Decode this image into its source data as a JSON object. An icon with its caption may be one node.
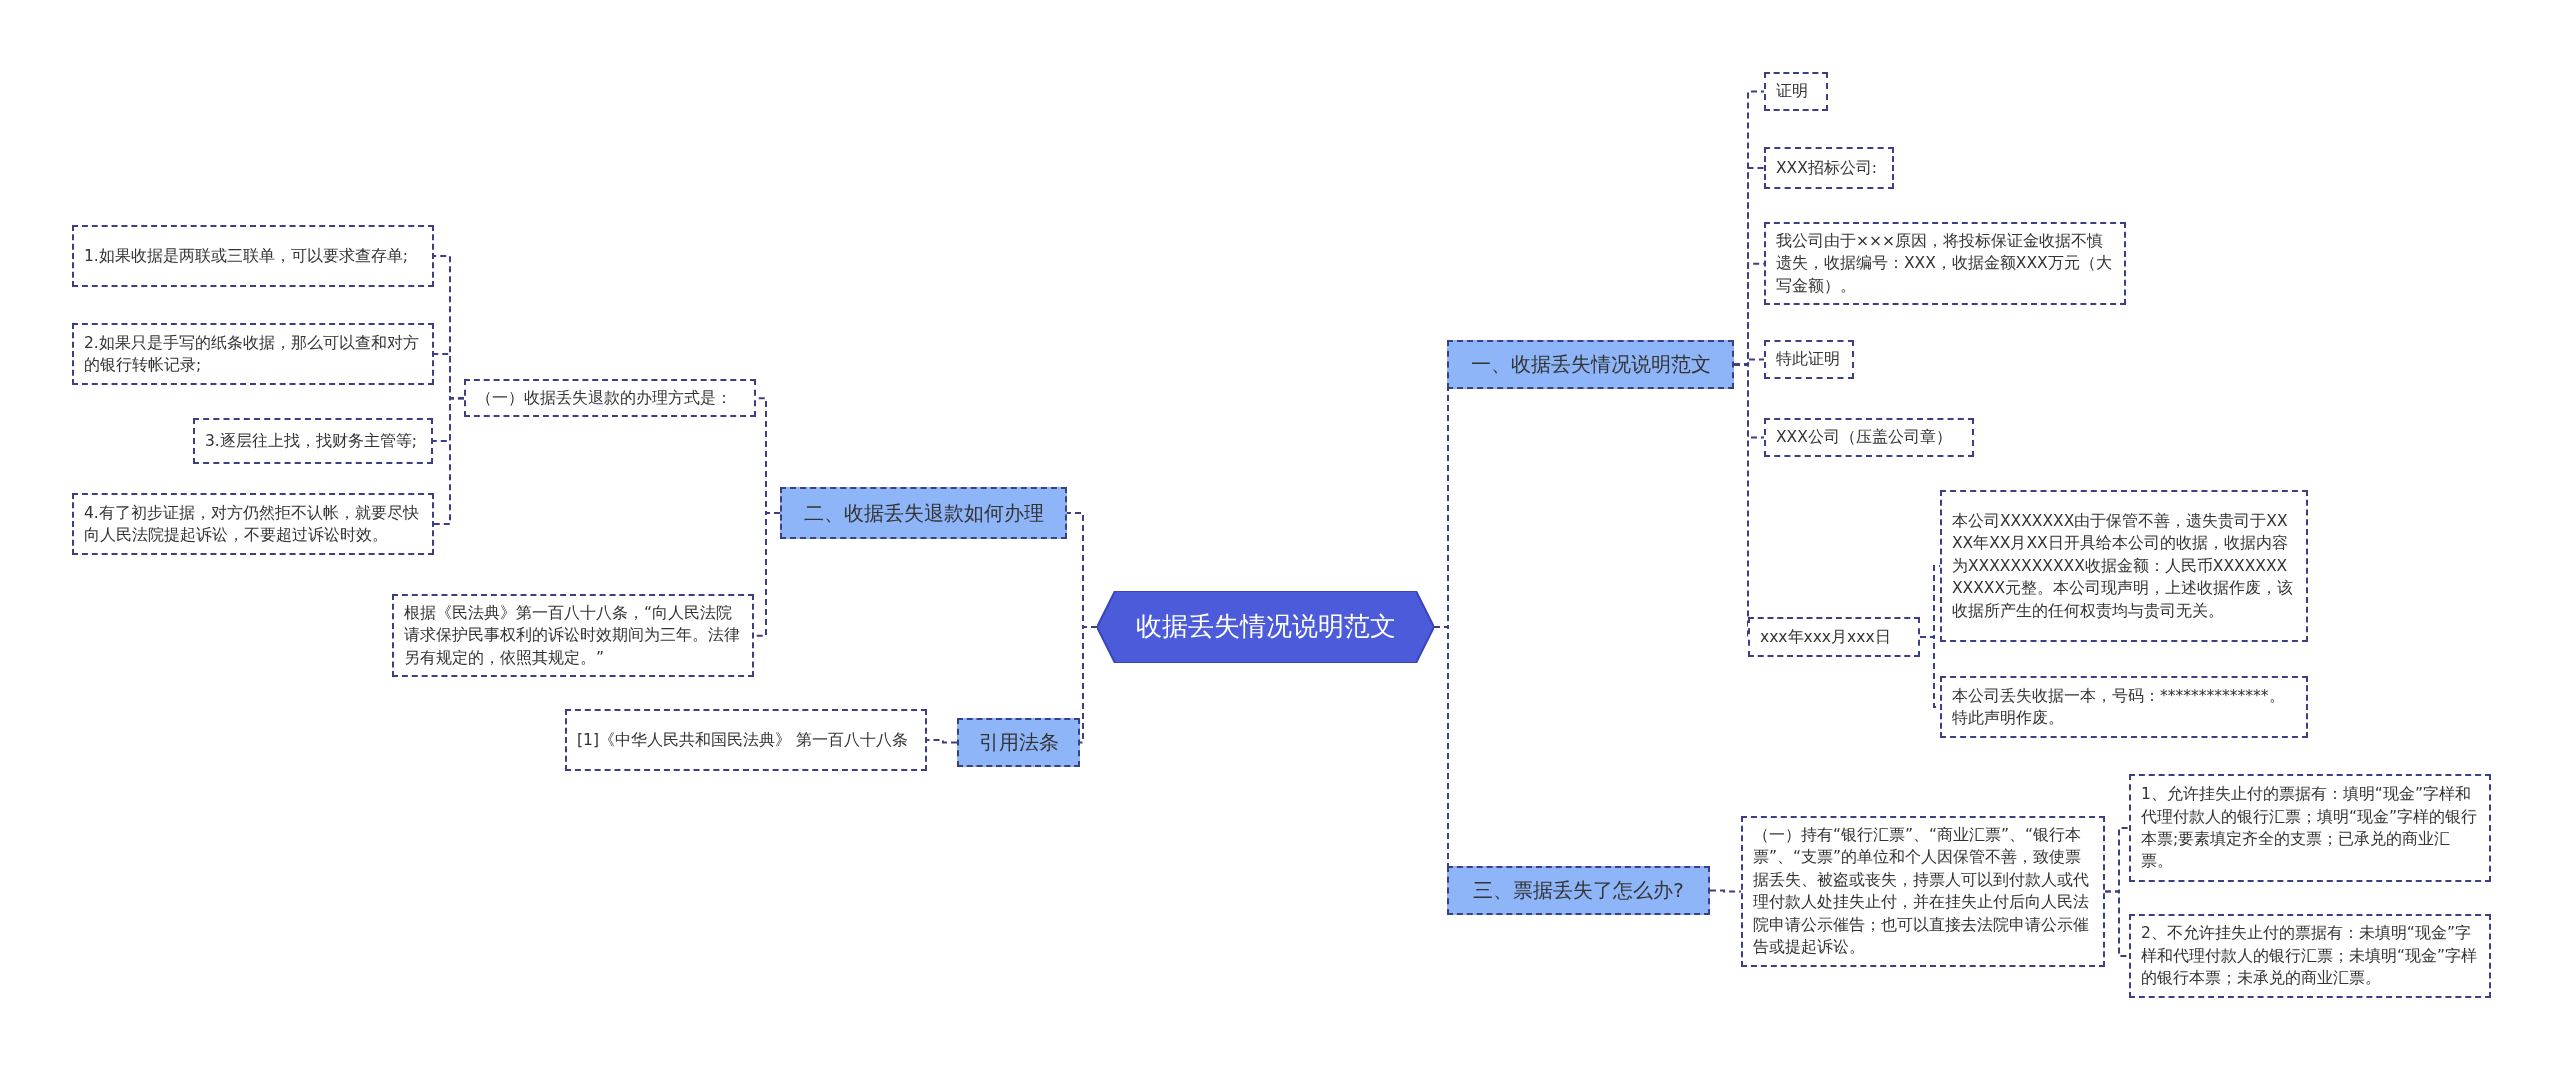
{
  "diagram": {
    "nodes": [
      {
        "text": [
          "收据丢失情况说明范文"
        ]
      },
      {
        "text": [
          "一、收据丢失情况说明范文"
        ]
      },
      {
        "text": [
          "证明"
        ]
      },
      {
        "text": [
          "XXX招标公司:"
        ]
      },
      {
        "text": [
          "我公司由于×××原因，将投标保证金收据不慎遗失，收据编号：XXX，收据金额XXX万元（大写金额）。"
        ]
      },
      {
        "text": [
          "特此证明"
        ]
      },
      {
        "text": [
          "XXX公司（压盖公司章）"
        ]
      },
      {
        "text": [
          "xxx年xxx月xxx日"
        ]
      },
      {
        "text": [
          "本公司XXXXXXX由于保管不善，遗失贵司于XXXX年XX月XX日开具给本公司的收据，收据内容为XXXXXXXXXXX收据金额：人民币XXXXXXXXXXXX元整。本公司现声明，上述收据作废，该收据所产生的任何权责均与贵司无关。"
        ]
      },
      {
        "text": [
          "本公司丢失收据一本，号码：**************。特此声明作废。"
        ]
      },
      {
        "text": [
          "三、票据丢失了怎么办?"
        ]
      },
      {
        "text": [
          "（一）持有“银行汇票”、“商业汇票”、“银行本票”、“支票”的单位和个人因保管不善，致使票据丢失、被盗或丧失，持票人可以到付款人或代理付款人处挂失止付，并在挂失止付后向人民法院申请公示催告；也可以直接去法院申请公示催告或提起诉讼。"
        ]
      },
      {
        "text": [
          "1、允许挂失止付的票据有：填明“现金”字样和代理付款人的银行汇票；填明“现金”字样的银行本票;要素填定齐全的支票；已承兑的商业汇票。"
        ]
      },
      {
        "text": [
          "2、不允许挂失止付的票据有：未填明“现金”字样和代理付款人的银行汇票；未填明“现金”字样的银行本票；未承兑的商业汇票。"
        ]
      },
      {
        "text": [
          "二、收据丢失退款如何办理"
        ]
      },
      {
        "text": [
          "（一）收据丢失退款的办理方式是："
        ]
      },
      {
        "text": [
          "1.如果收据是两联或三联单，可以要求查存单;"
        ]
      },
      {
        "text": [
          "2.如果只是手写的纸条收据，那么可以查和对方的银行转帐记录;"
        ]
      },
      {
        "text": [
          "3.逐层往上找，找财务主管等;"
        ]
      },
      {
        "text": [
          "4.有了初步证据，对方仍然拒不认帐，就要尽快向人民法院提起诉讼，不要超过诉讼时效。"
        ]
      },
      {
        "text": [
          "根据《民法典》第一百八十八条，“向人民法院请求保护民事权利的诉讼时效期间为三年。法律另有规定的，依照其规定。”"
        ]
      },
      {
        "text": [
          "引用法条"
        ]
      },
      {
        "text": [
          "[1]《中华人民共和国民法典》 第一百八十八条"
        ]
      }
    ],
    "edges": [
      {
        "from": 0,
        "to": 1,
        "arrow": "none",
        "style": "dashed"
      },
      {
        "from": 1,
        "to": 2,
        "arrow": "none",
        "style": "dashed"
      },
      {
        "from": 1,
        "to": 3,
        "arrow": "none",
        "style": "dashed"
      },
      {
        "from": 1,
        "to": 4,
        "arrow": "none",
        "style": "dashed"
      },
      {
        "from": 1,
        "to": 5,
        "arrow": "none",
        "style": "dashed"
      },
      {
        "from": 1,
        "to": 6,
        "arrow": "none",
        "style": "dashed"
      },
      {
        "from": 1,
        "to": 7,
        "arrow": "none",
        "style": "dashed"
      },
      {
        "from": 7,
        "to": 8,
        "arrow": "none",
        "style": "dashed"
      },
      {
        "from": 7,
        "to": 9,
        "arrow": "none",
        "style": "dashed"
      },
      {
        "from": 0,
        "to": 10,
        "arrow": "none",
        "style": "dashed"
      },
      {
        "from": 10,
        "to": 11,
        "arrow": "none",
        "style": "dashed"
      },
      {
        "from": 11,
        "to": 12,
        "arrow": "none",
        "style": "dashed"
      },
      {
        "from": 11,
        "to": 13,
        "arrow": "none",
        "style": "dashed"
      },
      {
        "from": 0,
        "to": 14,
        "arrow": "none",
        "style": "dashed"
      },
      {
        "from": 14,
        "to": 15,
        "arrow": "none",
        "style": "dashed"
      },
      {
        "from": 15,
        "to": 16,
        "arrow": "none",
        "style": "dashed"
      },
      {
        "from": 15,
        "to": 17,
        "arrow": "none",
        "style": "dashed"
      },
      {
        "from": 15,
        "to": 18,
        "arrow": "none",
        "style": "dashed"
      },
      {
        "from": 15,
        "to": 19,
        "arrow": "none",
        "style": "dashed"
      },
      {
        "from": 14,
        "to": 20,
        "arrow": "none",
        "style": "dashed"
      },
      {
        "from": 0,
        "to": 21,
        "arrow": "none",
        "style": "dashed"
      },
      {
        "from": 21,
        "to": 22,
        "arrow": "none",
        "style": "dashed"
      }
    ]
  }
}
